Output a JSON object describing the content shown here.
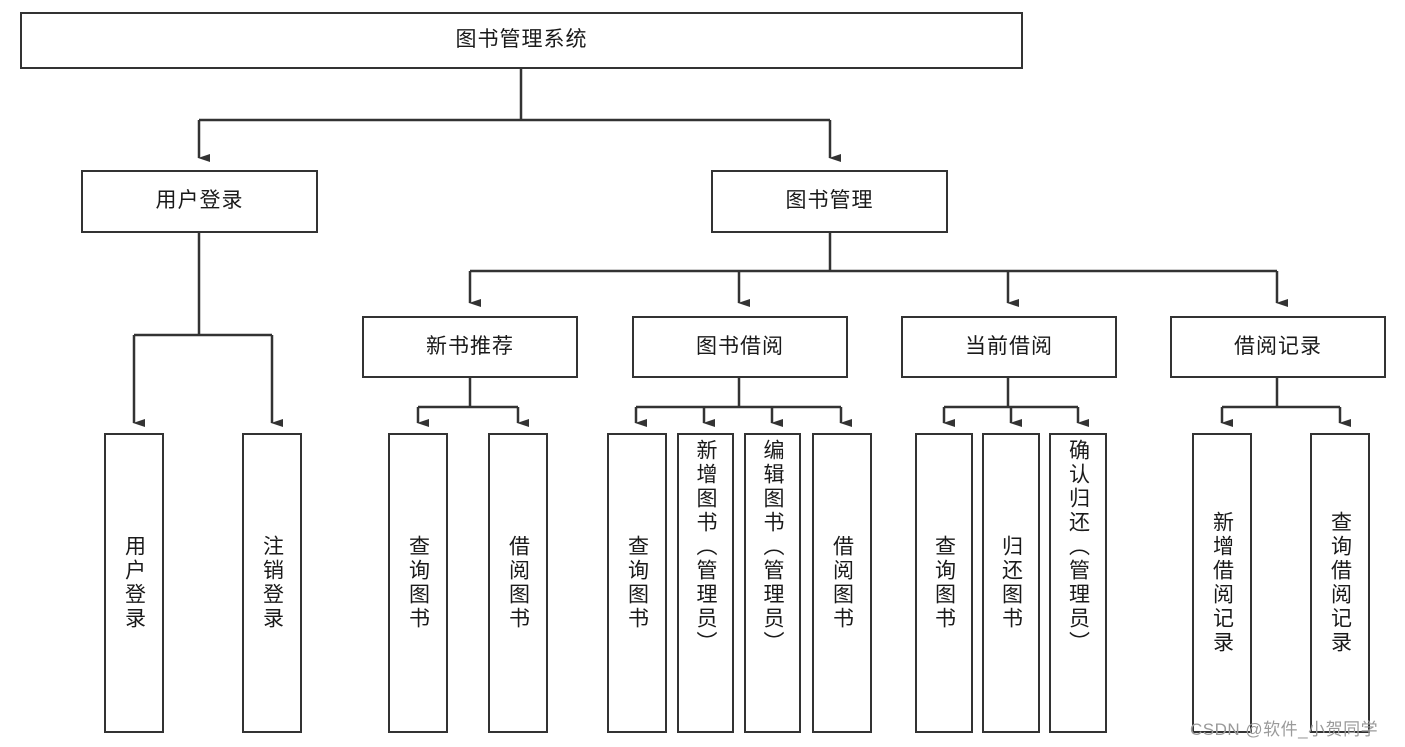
{
  "diagram": {
    "title": "图书管理系统",
    "type": "hierarchy-tree",
    "stroke_color": "#333333",
    "background_color": "#ffffff",
    "text_color": "#1a1a1a"
  },
  "root": {
    "label": "图书管理系统"
  },
  "level1": [
    {
      "label": "用户登录"
    },
    {
      "label": "图书管理"
    }
  ],
  "level2": [
    {
      "label": "新书推荐"
    },
    {
      "label": "图书借阅"
    },
    {
      "label": "当前借阅"
    },
    {
      "label": "借阅记录"
    }
  ],
  "leaves": {
    "user_login": [
      {
        "label": "用户登录"
      },
      {
        "label": "注销登录"
      }
    ],
    "new_book_recommend": [
      {
        "label": "查询图书"
      },
      {
        "label": "借阅图书"
      }
    ],
    "book_borrow": [
      {
        "label": "查询图书"
      },
      {
        "label": "新增图书（管理员）"
      },
      {
        "label": "编辑图书（管理员）"
      },
      {
        "label": "借阅图书"
      }
    ],
    "current_borrow": [
      {
        "label": "查询图书"
      },
      {
        "label": "归还图书"
      },
      {
        "label": "确认归还（管理员）"
      }
    ],
    "borrow_record": [
      {
        "label": "新增借阅记录"
      },
      {
        "label": "查询借阅记录"
      }
    ]
  },
  "watermark": {
    "text": "CSDN @软件_小贺同学",
    "color": "#9a9a9a"
  }
}
